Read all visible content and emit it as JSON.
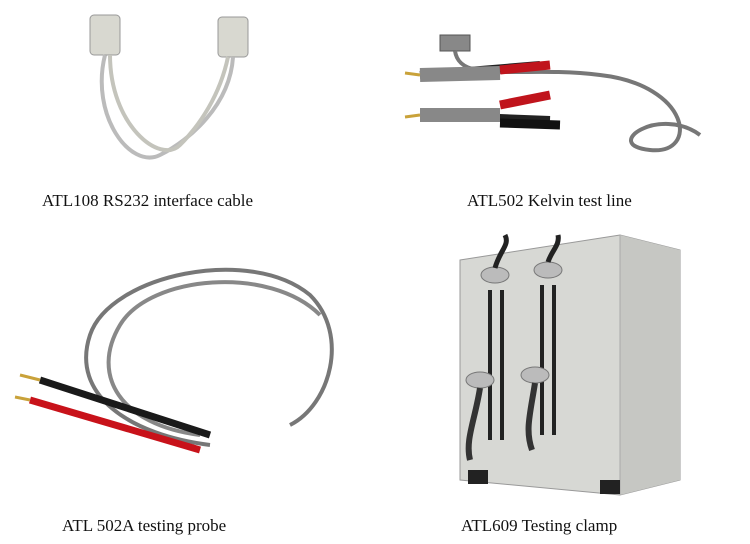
{
  "products": [
    {
      "caption": "ATL108 RS232 interface cable"
    },
    {
      "caption": "ATL502 Kelvin test line"
    },
    {
      "caption": "ATL 502A testing probe"
    },
    {
      "caption": "ATL609 Testing clamp"
    }
  ]
}
